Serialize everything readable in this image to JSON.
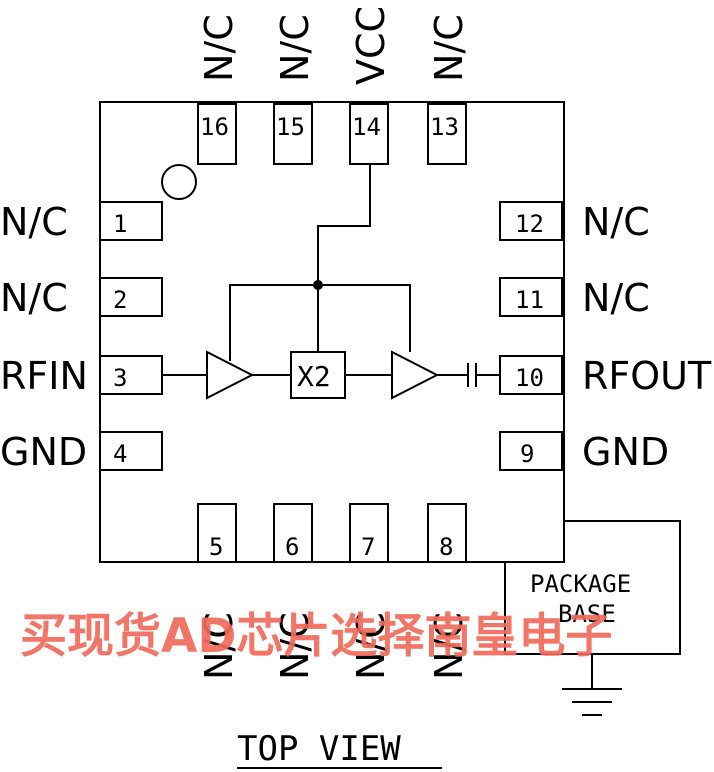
{
  "view_label": "TOP VIEW",
  "package_label": [
    "PACKAGE",
    "BASE"
  ],
  "pins": {
    "p1": {
      "num": "1",
      "name": "N/C"
    },
    "p2": {
      "num": "2",
      "name": "N/C"
    },
    "p3": {
      "num": "3",
      "name": "RFIN"
    },
    "p4": {
      "num": "4",
      "name": "GND"
    },
    "p5": {
      "num": "5",
      "name": "N/C"
    },
    "p6": {
      "num": "6",
      "name": "N/C"
    },
    "p7": {
      "num": "7",
      "name": "N/C"
    },
    "p8": {
      "num": "8",
      "name": "N/C"
    },
    "p9": {
      "num": "9",
      "name": "GND"
    },
    "p10": {
      "num": "10",
      "name": "RFOUT"
    },
    "p11": {
      "num": "11",
      "name": "N/C"
    },
    "p12": {
      "num": "12",
      "name": "N/C"
    },
    "p13": {
      "num": "13",
      "name": "N/C"
    },
    "p14": {
      "num": "14",
      "name": "VCC"
    },
    "p15": {
      "num": "15",
      "name": "N/C"
    },
    "p16": {
      "num": "16",
      "name": "N/C"
    }
  },
  "multiplier_label": "X2",
  "watermark": "买现货AD芯片选择南皇电子"
}
